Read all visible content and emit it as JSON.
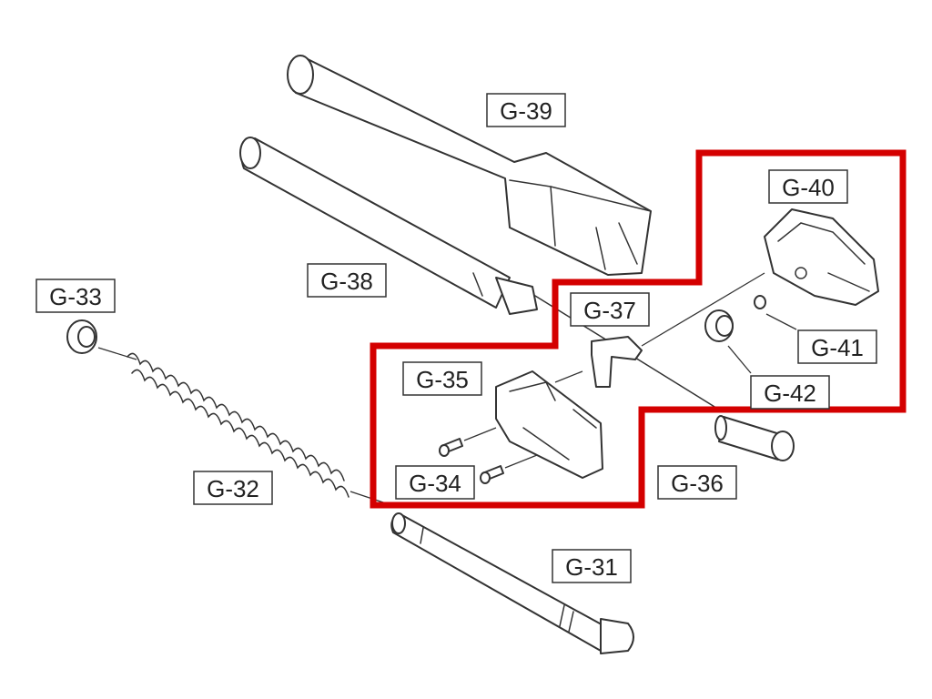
{
  "labels": {
    "g31": "G-31",
    "g32": "G-32",
    "g33": "G-33",
    "g34": "G-34",
    "g35": "G-35",
    "g36": "G-36",
    "g37": "G-37",
    "g38": "G-38",
    "g39": "G-39",
    "g40": "G-40",
    "g41": "G-41",
    "g42": "G-42"
  },
  "highlight": {
    "color": "#d40000"
  }
}
